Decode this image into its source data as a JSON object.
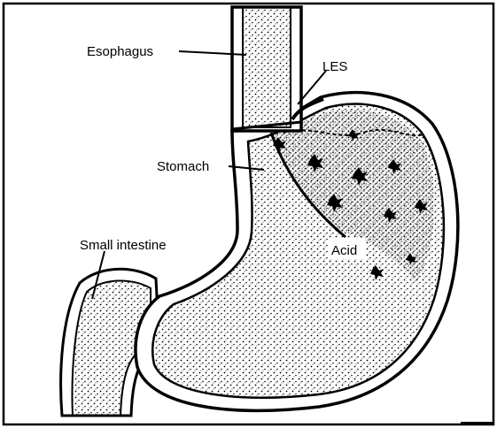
{
  "figure": {
    "labels": {
      "esophagus": "Esophagus",
      "les": "LES",
      "stomach": "Stomach",
      "small_intestine": "Small intestine",
      "acid": "Acid"
    },
    "colors": {
      "ink": "#000000",
      "background": "#ffffff"
    }
  }
}
